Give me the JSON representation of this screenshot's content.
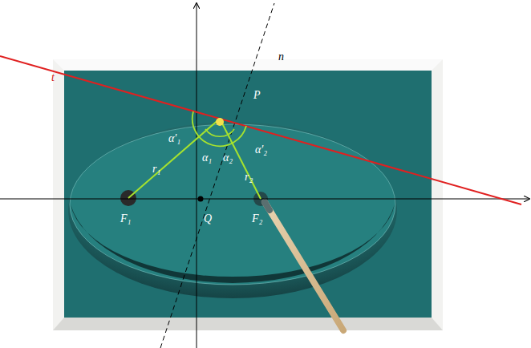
{
  "diagram": {
    "labels": [
      "t",
      "n",
      "P",
      "α'₁",
      "α₁",
      "α₂",
      "α'₂",
      "r₁",
      "r₂",
      "F₁",
      "Q",
      "F₂"
    ]
  }
}
